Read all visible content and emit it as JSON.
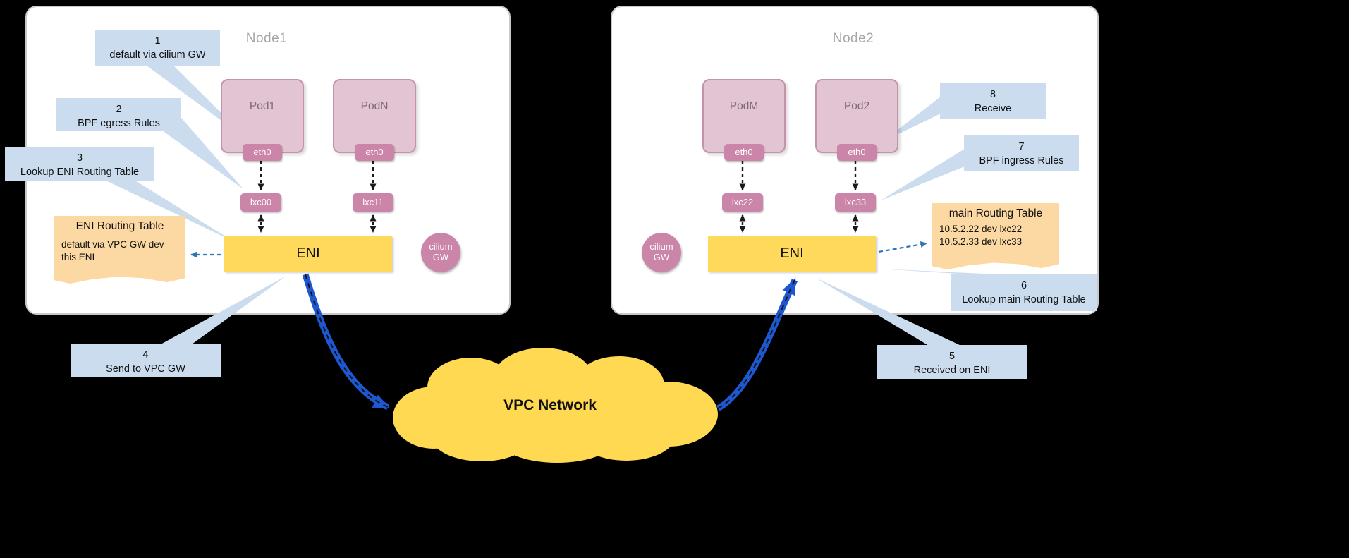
{
  "node1": {
    "title": "Node1",
    "pods": [
      {
        "name": "Pod1",
        "iface": "eth0",
        "lxc": "lxc00"
      },
      {
        "name": "PodN",
        "iface": "eth0",
        "lxc": "lxc11"
      }
    ],
    "eni": "ENI",
    "gw": {
      "line1": "cilium",
      "line2": "GW"
    },
    "note": {
      "title": "ENI Routing Table",
      "body": "default via VPC GW dev this ENI"
    },
    "callouts": [
      {
        "num": "1",
        "label": "default via cilium GW"
      },
      {
        "num": "2",
        "label": "BPF egress Rules"
      },
      {
        "num": "3",
        "label": "Lookup ENI Routing Table"
      },
      {
        "num": "4",
        "label": "Send to VPC GW"
      }
    ]
  },
  "node2": {
    "title": "Node2",
    "pods": [
      {
        "name": "PodM",
        "iface": "eth0",
        "lxc": "lxc22"
      },
      {
        "name": "Pod2",
        "iface": "eth0",
        "lxc": "lxc33"
      }
    ],
    "eni": "ENI",
    "gw": {
      "line1": "cilium",
      "line2": "GW"
    },
    "note": {
      "title": "main Routing Table",
      "line1": "10.5.2.22 dev lxc22",
      "line2": "10.5.2.33 dev lxc33"
    },
    "callouts": [
      {
        "num": "5",
        "label": "Received on ENI"
      },
      {
        "num": "6",
        "label": "Lookup main Routing Table"
      },
      {
        "num": "7",
        "label": "BPF ingress Rules"
      },
      {
        "num": "8",
        "label": "Receive"
      }
    ]
  },
  "cloud": {
    "label": "VPC Network"
  },
  "colors": {
    "node-bg": "#ffffff",
    "node-border": "#c9c9c9",
    "title-gray": "#a6a6a6",
    "pod-fill": "#e2c4d2",
    "pod-border": "#c493ab",
    "pod-text": "#7d6a74",
    "badge-fill": "#cb85a8",
    "eni-fill": "#ffd95c",
    "callout-fill": "#cadcee",
    "note-fill": "#fcd8a2",
    "cloud-fill": "#ffd951",
    "flow-blue": "#1e57d2",
    "conn-blue": "#2e75b6",
    "line-dark": "#1a1a1a"
  }
}
